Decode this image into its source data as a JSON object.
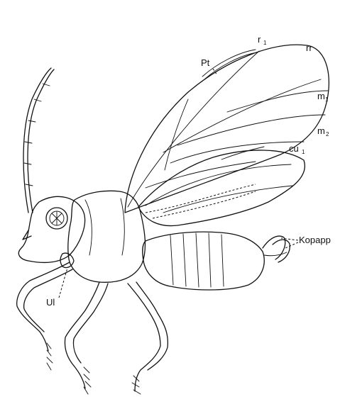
{
  "labels": {
    "r1": {
      "base": "r",
      "sub": "1"
    },
    "rr": "rr",
    "pt": "Pt",
    "m1": {
      "base": "m",
      "sub": "1"
    },
    "m2": {
      "base": "m",
      "sub": "2"
    },
    "cu1": {
      "base": "cu",
      "sub": "1"
    },
    "kopapp": "Kopapp",
    "ul": "Ul"
  },
  "colors": {
    "ink": "#111111",
    "paper": "#ffffff"
  }
}
